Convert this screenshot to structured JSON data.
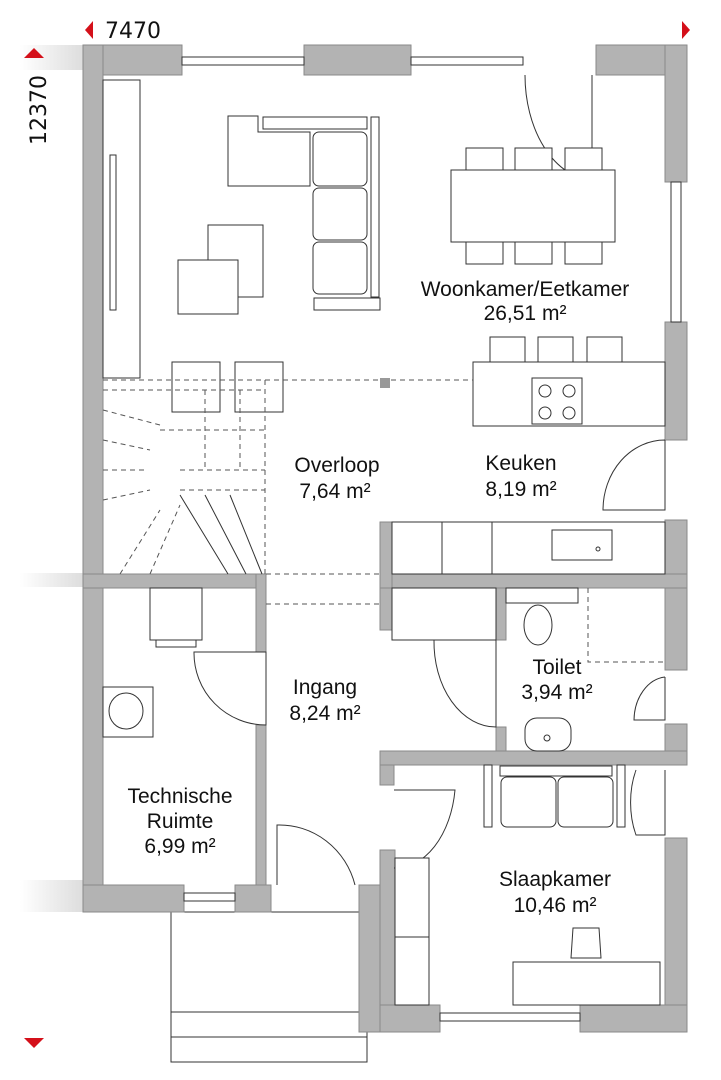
{
  "dimensions": {
    "width": "7470",
    "depth": "12370"
  },
  "rooms": [
    {
      "name": "Woonkamer/Eetkamer",
      "area": "26,51 m²"
    },
    {
      "name": "Overloop",
      "area": "7,64 m²"
    },
    {
      "name": "Keuken",
      "area": "8,19 m²"
    },
    {
      "name": "Ingang",
      "area": "8,24 m²"
    },
    {
      "name": "Toilet",
      "area": "3,94 m²"
    },
    {
      "name": "Technische",
      "name2": "Ruimte",
      "area": "6,99 m²"
    },
    {
      "name": "Slaapkamer",
      "area": "10,46 m²"
    }
  ],
  "colors": {
    "accent": "#d4101a",
    "wall": "#b3b3b3"
  }
}
